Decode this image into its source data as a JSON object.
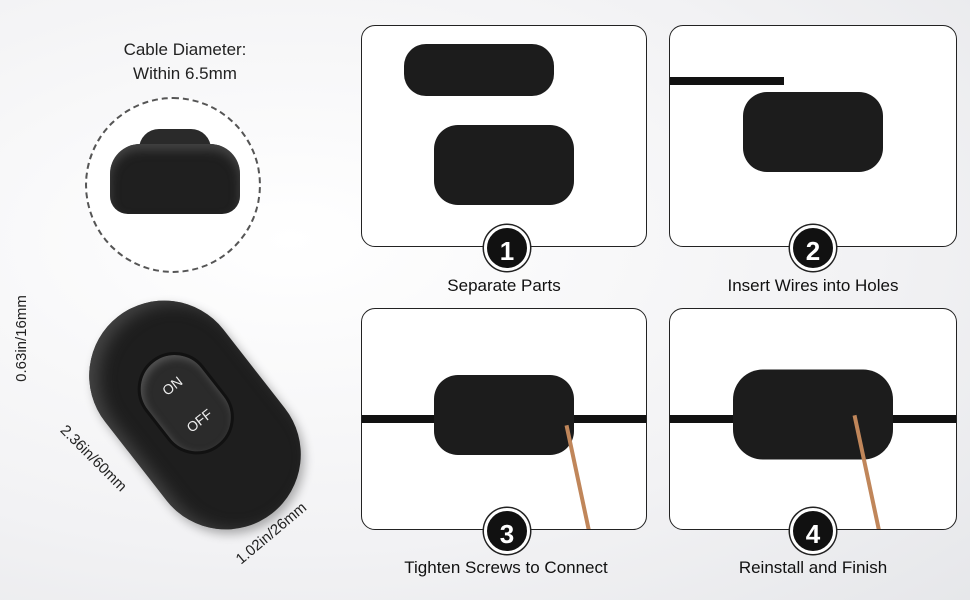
{
  "cable": {
    "title_line1": "Cable Diameter:",
    "title_line2": "Within 6.5mm"
  },
  "switch": {
    "on": "ON",
    "off": "OFF"
  },
  "dimensions": {
    "height": "0.63in/16mm",
    "length": "2.36in/60mm",
    "width": "1.02in/26mm"
  },
  "steps": [
    {
      "number": "1",
      "label": "Separate Parts"
    },
    {
      "number": "2",
      "label": "Insert Wires into Holes"
    },
    {
      "number": "3",
      "label": "Tighten Screws to Connect"
    },
    {
      "number": "4",
      "label": "Reinstall and Finish"
    }
  ]
}
